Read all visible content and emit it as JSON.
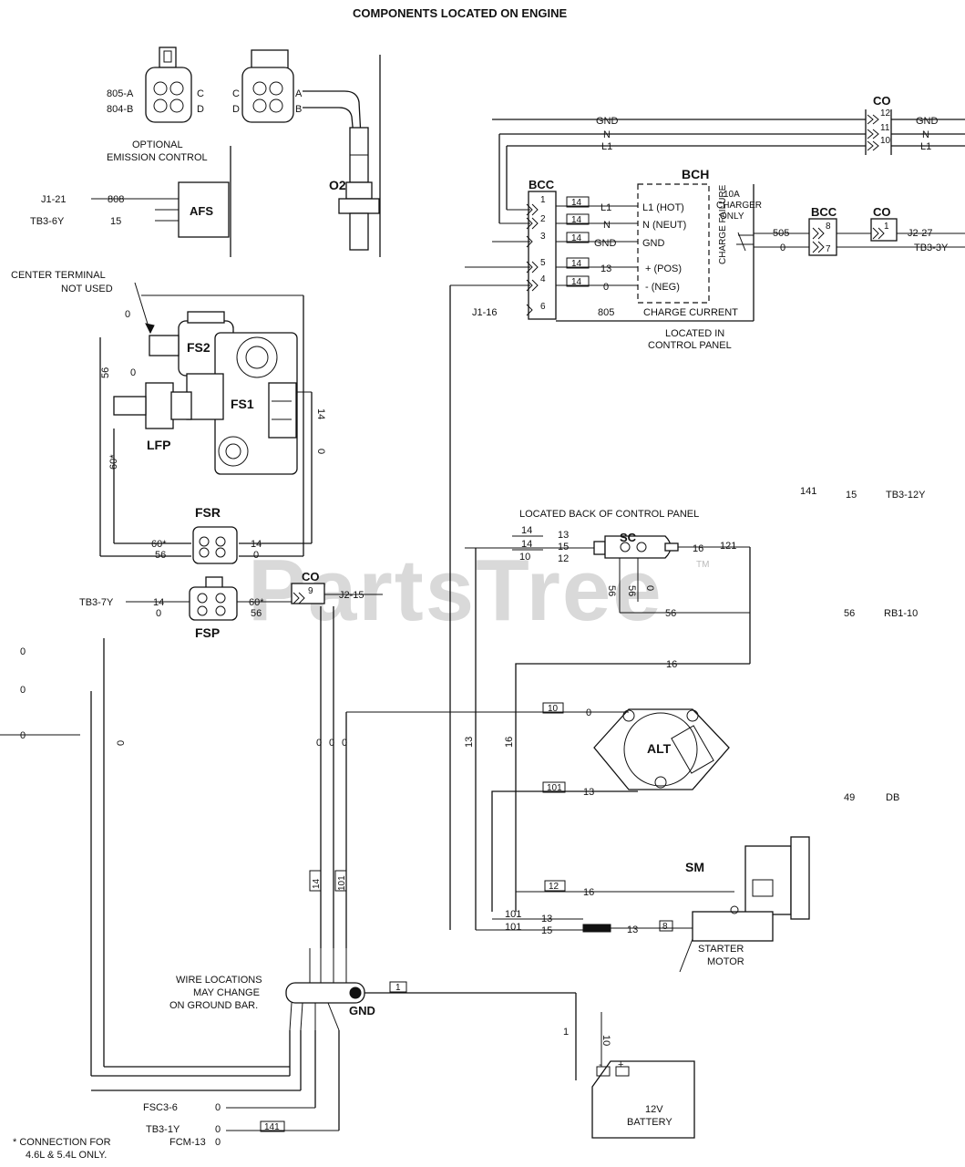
{
  "title": "COMPONENTS LOCATED ON ENGINE",
  "watermark": "PartsTree",
  "watermark_tm": "TM",
  "components": {
    "afs": "AFS",
    "o2": "O2",
    "fs2": "FS2",
    "fs1": "FS1",
    "lfp": "LFP",
    "fsr": "FSR",
    "fsp": "FSP",
    "bch": "BCH",
    "bcc": "BCC",
    "co": "CO",
    "sc": "SC",
    "alt": "ALT",
    "sm": "SM",
    "gnd": "GND",
    "battery_line1": "12V",
    "battery_line2": "BATTERY"
  },
  "notes": {
    "optional_line1": "OPTIONAL",
    "optional_line2": "EMISSION CONTROL",
    "center_terminal_line1": "CENTER TERMINAL",
    "center_terminal_line2": "NOT USED",
    "located_in_line1": "LOCATED IN",
    "located_in_line2": "CONTROL PANEL",
    "located_back": "LOCATED BACK OF CONTROL PANEL",
    "wire_locations_line1": "WIRE LOCATIONS",
    "wire_locations_line2": "MAY CHANGE",
    "wire_locations_line3": "ON GROUND BAR.",
    "starter_line1": "STARTER",
    "starter_line2": "MOTOR",
    "connection_line1": "* CONNECTION FOR",
    "connection_line2": "4.6L & 5.4L ONLY.",
    "charger_line1": "10A",
    "charger_line2": "CHARGER",
    "charger_line3": "ONLY",
    "charge_failure": "CHARGE FAILURE",
    "charge_current": "CHARGE CURRENT"
  },
  "labels": {
    "emis_805a": "805-A",
    "emis_804b": "804-B",
    "emis_c": "C",
    "emis_d": "D",
    "o2_c": "C",
    "o2_d": "D",
    "o2_a": "A",
    "o2_b": "B",
    "j1_21": "J1-21",
    "w808": "808",
    "tb3_6y": "TB3-6Y",
    "w15": "15",
    "gnd_top": "GND",
    "n_top": "N",
    "l1_top": "L1",
    "co_12": "12",
    "co_11": "11",
    "co_10": "10",
    "gnd_right": "GND",
    "n_right": "N",
    "l1_right": "L1",
    "bcc_1": "1",
    "bcc_2": "2",
    "bcc_3": "3",
    "bcc_5": "5",
    "bcc_4": "4",
    "bcc_6": "6",
    "tag_14_a": "14",
    "tag_14_b": "14",
    "tag_14_c": "14",
    "tag_14_d": "14",
    "tag_14_e": "14",
    "bch_l1": "L1",
    "bch_n": "N",
    "bch_gnd": "GND",
    "bch_13": "13",
    "bch_0": "0",
    "bch_l1_hot": "L1 (HOT)",
    "bch_n_neut": "N (NEUT)",
    "bch_gnd2": "GND",
    "bch_pos": "+ (POS)",
    "bch_neg": "- (NEG)",
    "j1_16": "J1-16",
    "w805": "805",
    "w505": "505",
    "w0_bch": "0",
    "bcc_r_8": "8",
    "bcc_r_7": "7",
    "co_r_1": "1",
    "j2_27": "J2-27",
    "tb3_3y": "TB3-3Y",
    "fs2_0": "0",
    "fs_56": "56",
    "fs_0": "0",
    "fs1_14": "14",
    "fs1_0": "0",
    "lfp_60": "60*",
    "fsr_60": "60*",
    "fsr_56": "56",
    "fsr_14": "14",
    "fsr_0": "0",
    "tb3_7y": "TB3-7Y",
    "fsp_14": "14",
    "fsp_0": "0",
    "fsp_60": "60*",
    "fsp_56": "56",
    "co_9": "9",
    "j2_15": "J2-15",
    "tb3_12y": "TB3-12Y",
    "tag_141": "141",
    "w15_tb3": "15",
    "sc_14a": "14",
    "sc_14b": "14",
    "sc_10": "10",
    "sc_13": "13",
    "sc_15": "15",
    "sc_12": "12",
    "sc_16": "16",
    "tag_121": "121",
    "sc_56a": "56",
    "sc_56b": "56",
    "sc_0": "0",
    "w56_mid": "56",
    "w56_rb1": "56",
    "rb1_10": "RB1-10",
    "w16": "16",
    "alt_0": "0",
    "tag_10": "10",
    "w13_vert": "13",
    "w16_vert": "16",
    "tag_101": "101",
    "w13_alt": "13",
    "w49": "49",
    "db": "DB",
    "left_0a": "0",
    "left_0b": "0",
    "left_0c": "0",
    "vert_0": "0",
    "bus_0a": "0",
    "bus_0b": "0",
    "bus_0c": "0",
    "tag_14_v": "14",
    "tag_101_v": "101",
    "tag_12": "12",
    "sm_16": "16",
    "tag_101_a": "101",
    "tag_101_b": "101",
    "sm_13": "13",
    "sm_15": "15",
    "sm_13b": "13",
    "tag_8": "8",
    "gnd_tag_1": "1",
    "batt_1": "1",
    "batt_10": "10",
    "batt_minus": "-",
    "batt_plus": "+",
    "fsc3_6": "FSC3-6",
    "fsc3_0": "0",
    "tb3_1y": "TB3-1Y",
    "tb3_1y_0": "0",
    "tag_141_b": "141",
    "fcm_13": "FCM-13",
    "fcm_0": "0"
  }
}
